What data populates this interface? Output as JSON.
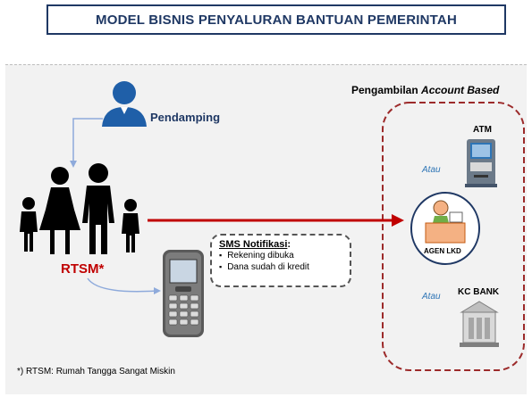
{
  "title": "MODEL BISNIS PENYALURAN BANTUAN PEMERINTAH",
  "pendamping": "Pendamping",
  "rtsm": "RTSM*",
  "footnote": "*) RTSM: Rumah Tangga Sangat Miskin",
  "pengambilan": {
    "prefix": "Pengambilan ",
    "italic": "Account Based"
  },
  "channels": {
    "atm": "ATM",
    "atau_1": "Atau",
    "agen": "AGEN LKD",
    "atau_2": "Atau",
    "kc_bank": "KC BANK"
  },
  "sms": {
    "title": "SMS Notifikasi",
    "title_suffix": ":",
    "items": [
      "Rekening dibuka",
      "Dana sudah di kredit"
    ]
  },
  "colors": {
    "title": "#1f3864",
    "rtsm": "#c00000",
    "arrow": "#c00000",
    "dashed_region": "#9c2a2a",
    "connector": "#8eaadb",
    "person": "#1f5fa8"
  }
}
